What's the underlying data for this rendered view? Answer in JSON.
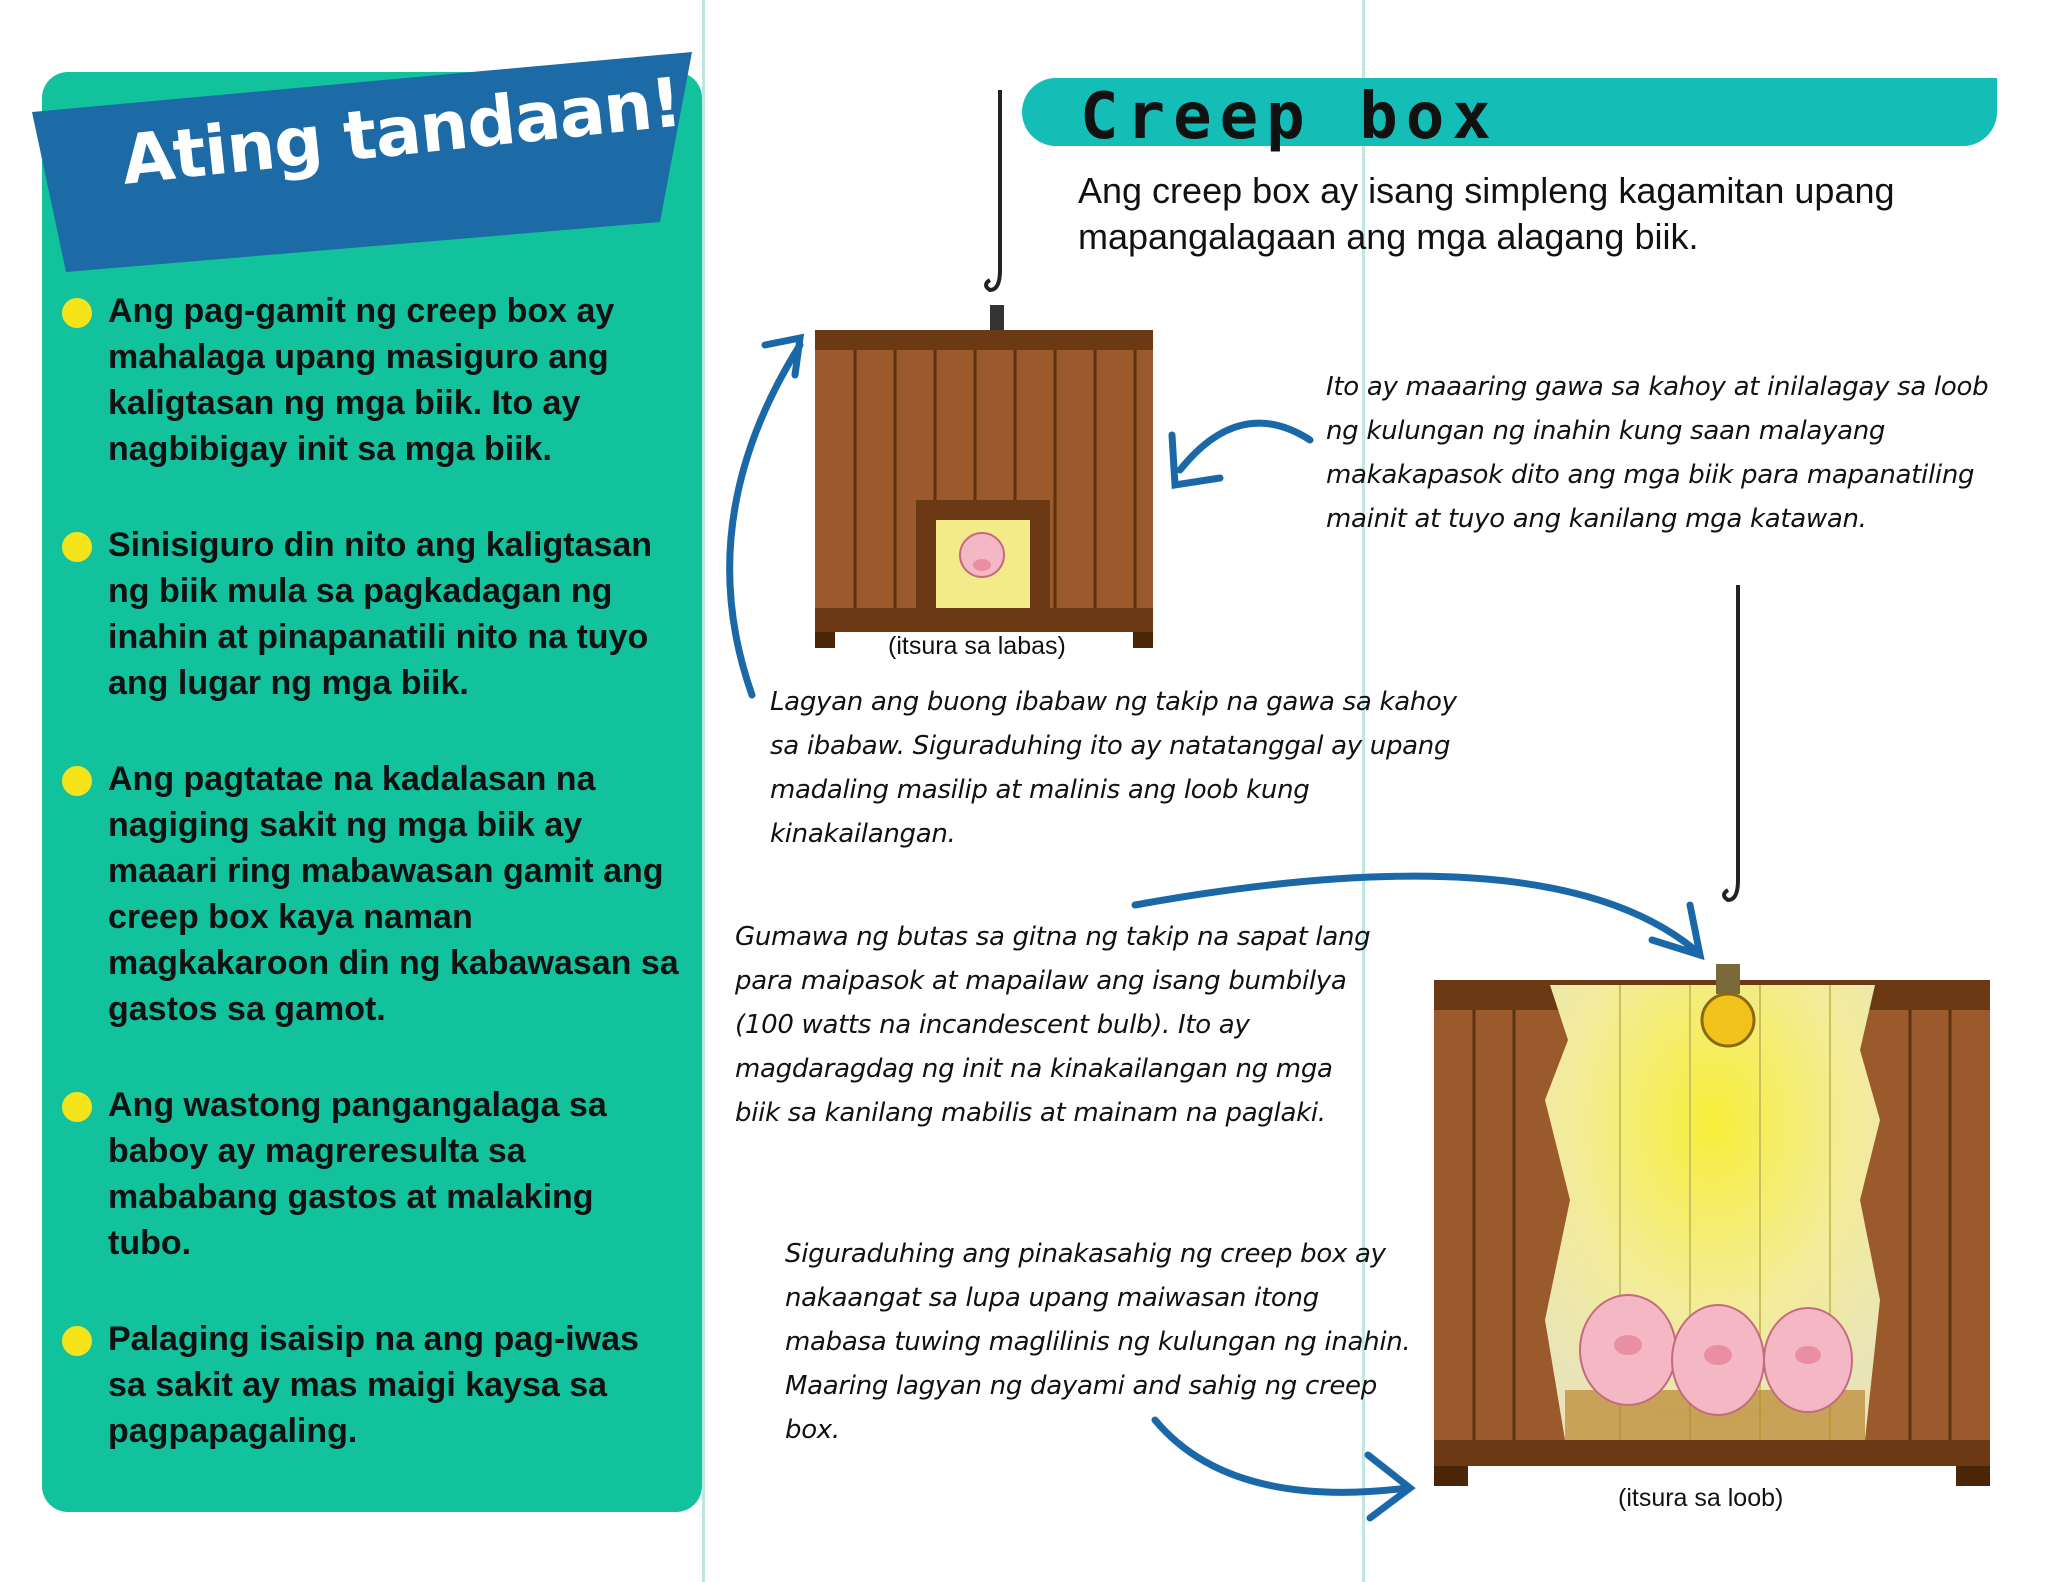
{
  "left": {
    "banner_title": "Ating tandaan!",
    "bullets": [
      "Ang pag-gamit ng creep box ay mahalaga upang masiguro ang kaligtasan ng mga biik. Ito ay nagbibigay init sa mga biik.",
      "Sinisiguro din nito ang kaligtasan ng biik mula sa pagkadagan ng inahin at pinapanatili nito na tuyo ang lugar ng mga biik.",
      "Ang pagtatae na kadalasan na nagiging sakit ng mga biik ay maaari ring mabawasan gamit ang creep box kaya naman magkakaroon din ng kabawasan sa gastos sa gamot.",
      "Ang wastong pangangalaga sa baboy ay magreresulta sa mababang gastos at malaking tubo.",
      "Palaging isaisip na ang pag-iwas sa sakit ay mas maigi kaysa sa pagpapagaling."
    ]
  },
  "right": {
    "title": "Creep box",
    "subtitle": "Ang creep box ay isang simpleng kagamitan upang mapangalagaan ang mga alagang biik.",
    "note_material": "Ito ay maaaring gawa sa kahoy at inilalagay sa loob ng kulungan ng inahin kung saan malayang makakapasok dito ang mga biik para mapanatiling mainit at tuyo ang kanilang mga katawan.",
    "caption_outside": "(itsura sa labas)",
    "note_cover": "Lagyan ang buong ibabaw ng takip na gawa sa kahoy sa ibabaw. Siguraduhing ito ay natatanggal ay upang madaling masilip at malinis ang loob kung kinakailangan.",
    "note_bulb": "Gumawa ng butas sa gitna ng takip na sapat lang para maipasok at mapailaw ang isang bumbilya (100 watts na incandescent bulb). Ito ay magdaragdag ng init na kinakailangan ng mga biik sa kanilang mabilis at mainam na paglaki.",
    "note_floor": "Siguraduhing ang pinakasahig ng creep box ay nakaangat sa lupa upang maiwasan itong mabasa tuwing maglilinis ng kulungan ng inahin. Maaring lagyan ng dayami and sahig ng creep box.",
    "caption_inside": "(itsura sa loob)"
  },
  "colors": {
    "panel_green": "#11c29c",
    "banner_blue": "#1c6aa6",
    "title_teal": "#14bdb6",
    "bullet_yellow": "#f6e41a",
    "arrow_blue": "#1b68a8",
    "wood_brown": "#9a5a2b"
  }
}
